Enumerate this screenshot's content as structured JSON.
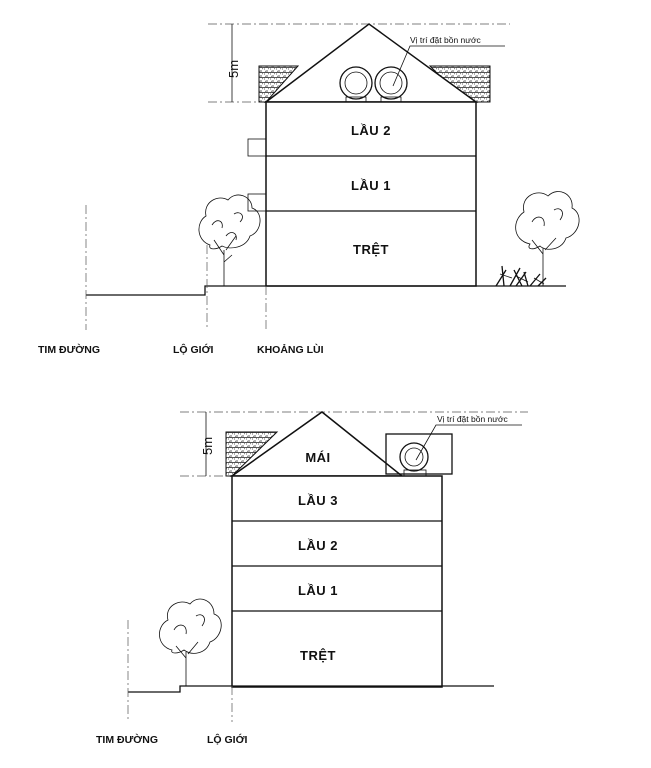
{
  "diagram1": {
    "height_label": "5m",
    "water_tank_note": "Vị trí đặt bồn nước",
    "floors": [
      "LẦU 2",
      "LẦU 1",
      "TRỆT"
    ],
    "ground_labels": [
      "TIM ĐƯỜNG",
      "LỘ GIỚI",
      "KHOẢNG LÙI"
    ]
  },
  "diagram2": {
    "height_label": "5m",
    "water_tank_note": "Vị trí đặt bồn nước",
    "roof_label": "MÁI",
    "floors": [
      "LẦU 3",
      "LẦU 2",
      "LẦU 1",
      "TRỆT"
    ],
    "ground_labels": [
      "TIM ĐƯỜNG",
      "LỘ GIỚI"
    ]
  }
}
